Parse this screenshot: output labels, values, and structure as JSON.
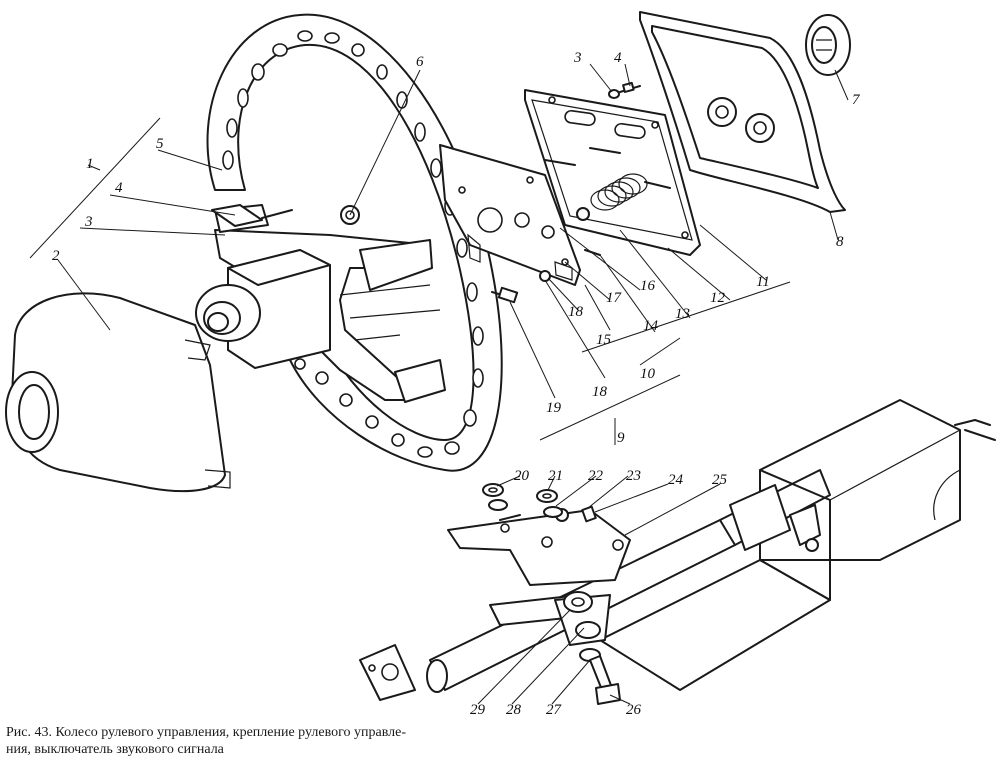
{
  "figure": {
    "caption_line1": "Рис. 43. Колесо рулевого управления, крепление рулевого управле-",
    "caption_line2": "ния, выключатель звукового сигнала",
    "callouts": [
      "1",
      "2",
      "3",
      "4",
      "5",
      "6",
      "3",
      "4",
      "7",
      "8",
      "11",
      "12",
      "13",
      "14",
      "15",
      "16",
      "17",
      "18",
      "10",
      "18",
      "19",
      "9",
      "20",
      "21",
      "22",
      "23",
      "24",
      "25",
      "29",
      "28",
      "27",
      "26"
    ]
  }
}
